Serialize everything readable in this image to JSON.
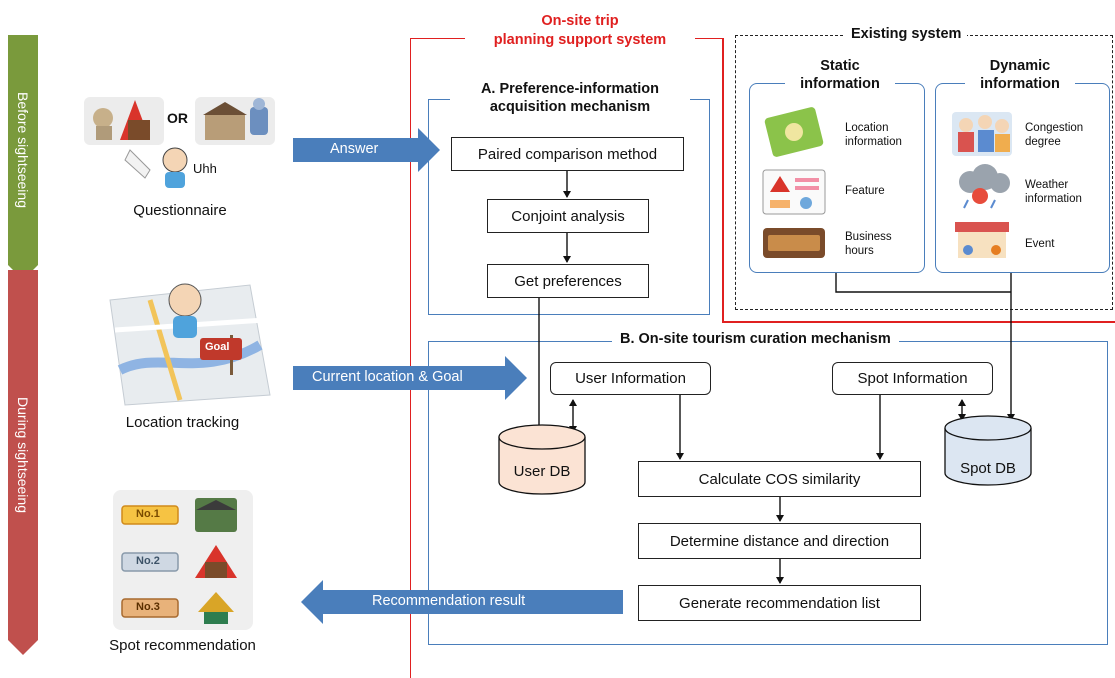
{
  "phases": {
    "before": "Before sightseeing",
    "during": "During sightseeing"
  },
  "colors": {
    "before_phase": "#7a9a3c",
    "during_phase": "#c0504d",
    "flow_arrow": "#4a7ebb",
    "system_frame": "#e02020",
    "mechanism_frame": "#4a7ebb",
    "user_db_fill": "#fbe3d4",
    "spot_db_fill": "#dce6f2"
  },
  "left": {
    "questionnaire": {
      "or_label": "OR",
      "uhh_label": "Uhh",
      "caption": "Questionnaire"
    },
    "location": {
      "goal_sign": "Goal",
      "caption": "Location tracking"
    },
    "recommendation": {
      "ranks": [
        "No.1",
        "No.2",
        "No.3"
      ],
      "caption": "Spot recommendation"
    }
  },
  "arrows": {
    "answer": "Answer",
    "current_location": "Current location & Goal",
    "recommendation_result": "Recommendation result"
  },
  "system": {
    "title_line1": "On-site trip",
    "title_line2": "planning support system"
  },
  "mechanism_a": {
    "title_line1": "A. Preference-information",
    "title_line2": "acquisition mechanism",
    "steps": [
      "Paired comparison method",
      "Conjoint analysis",
      "Get preferences"
    ]
  },
  "existing": {
    "title": "Existing system",
    "static": {
      "title_line1": "Static",
      "title_line2": "information",
      "items": [
        {
          "line1": "Location",
          "line2": "information",
          "icon": "map-icon"
        },
        {
          "line1": "Feature",
          "line2": "",
          "icon": "feature-board-icon"
        },
        {
          "line1": "Business",
          "line2": "hours",
          "icon": "closed-sign-icon"
        }
      ]
    },
    "dynamic": {
      "title_line1": "Dynamic",
      "title_line2": "information",
      "items": [
        {
          "line1": "Congestion",
          "line2": "degree",
          "icon": "crowd-icon"
        },
        {
          "line1": "Weather",
          "line2": "information",
          "icon": "weather-icon"
        },
        {
          "line1": "Event",
          "line2": "",
          "icon": "event-stall-icon"
        }
      ]
    }
  },
  "mechanism_b": {
    "title": "B. On-site tourism curation mechanism",
    "user_info": "User Information",
    "spot_info": "Spot Information",
    "user_db": "User DB",
    "spot_db": "Spot DB",
    "steps": [
      "Calculate COS similarity",
      "Determine distance and direction",
      "Generate recommendation list"
    ]
  }
}
